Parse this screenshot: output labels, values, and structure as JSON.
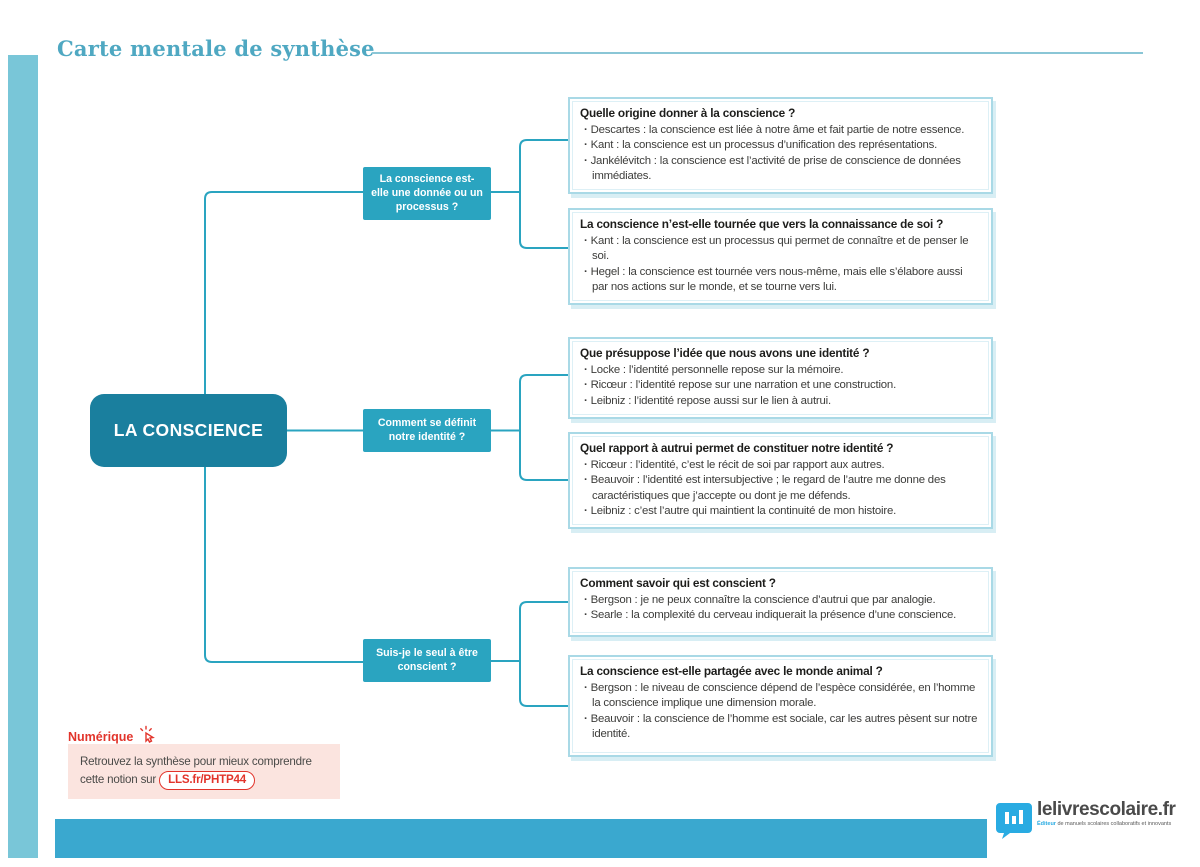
{
  "page": {
    "title": "Carte mentale de synthèse"
  },
  "root": {
    "label": "LA CONSCIENCE"
  },
  "branches": [
    {
      "question": "La conscience est-elle une donnée ou un processus ?",
      "boxes": [
        {
          "title": "Quelle origine donner à la conscience ?",
          "bullets": [
            "Descartes : la conscience est liée à notre âme et fait partie de notre essence.",
            "Kant : la conscience est un processus d’unification des représentations.",
            "Jankélévitch : la conscience est l’activité de prise de conscience de données immédiates."
          ]
        },
        {
          "title": "La conscience n’est-elle tournée que vers la connaissance de soi ?",
          "bullets": [
            "Kant : la conscience est un processus qui permet de connaître et de penser le soi.",
            "Hegel : la conscience est tournée vers nous-même, mais elle s’élabore aussi par nos actions sur le monde, et se tourne vers lui."
          ]
        }
      ]
    },
    {
      "question": "Comment se définit notre identité ?",
      "boxes": [
        {
          "title": "Que présuppose l’idée que nous avons une identité ?",
          "bullets": [
            "Locke : l’identité personnelle repose sur la mémoire.",
            "Ricœur : l’identité repose sur une narration et une construction.",
            "Leibniz : l’identité repose aussi sur le lien à autrui."
          ]
        },
        {
          "title": "Quel rapport à autrui permet de constituer notre identité ?",
          "bullets": [
            "Ricœur : l’identité, c’est le récit de soi par rapport aux autres.",
            "Beauvoir : l’identité est intersubjective ; le regard de l’autre me donne des caractéristiques que j’accepte ou dont je me défends.",
            "Leibniz : c’est l’autre qui maintient la continuité de mon histoire."
          ]
        }
      ]
    },
    {
      "question": "Suis-je le seul à être conscient ?",
      "boxes": [
        {
          "title": "Comment savoir qui est conscient ?",
          "bullets": [
            "Bergson : je ne peux connaître la conscience d’autrui que par analogie.",
            "Searle : la complexité du cerveau indiquerait la présence d’une conscience."
          ]
        },
        {
          "title": "La conscience est-elle partagée avec le monde animal ?",
          "bullets": [
            "Bergson : le niveau de conscience dépend de l’espèce considérée, en l’homme la conscience implique une dimension morale.",
            "Beauvoir : la conscience de l’homme est sociale, car les autres pèsent sur notre identité."
          ]
        }
      ]
    }
  ],
  "numerique": {
    "label": "Numérique",
    "icon": "click-cursor-icon",
    "text": "Retrouvez la synthèse pour mieux comprendre cette notion sur",
    "link": "LLS.fr/PHTP44"
  },
  "footer": {
    "logo_text": "lelivrescolaire.fr",
    "tagline_lead": "Éditeur",
    "tagline_rest": "de manuels scolaires collaboratifs et innovants"
  },
  "colors": {
    "accent_teal_dark": "#1a7f9e",
    "accent_teal": "#2aa4c0",
    "frame_teal": "#79c6d8",
    "bottom_bar": "#3aa8cf",
    "box_border": "#a9d9e6",
    "red": "#e2342b",
    "pink_bg": "#fbe4df",
    "logo_blue": "#29abe2"
  }
}
